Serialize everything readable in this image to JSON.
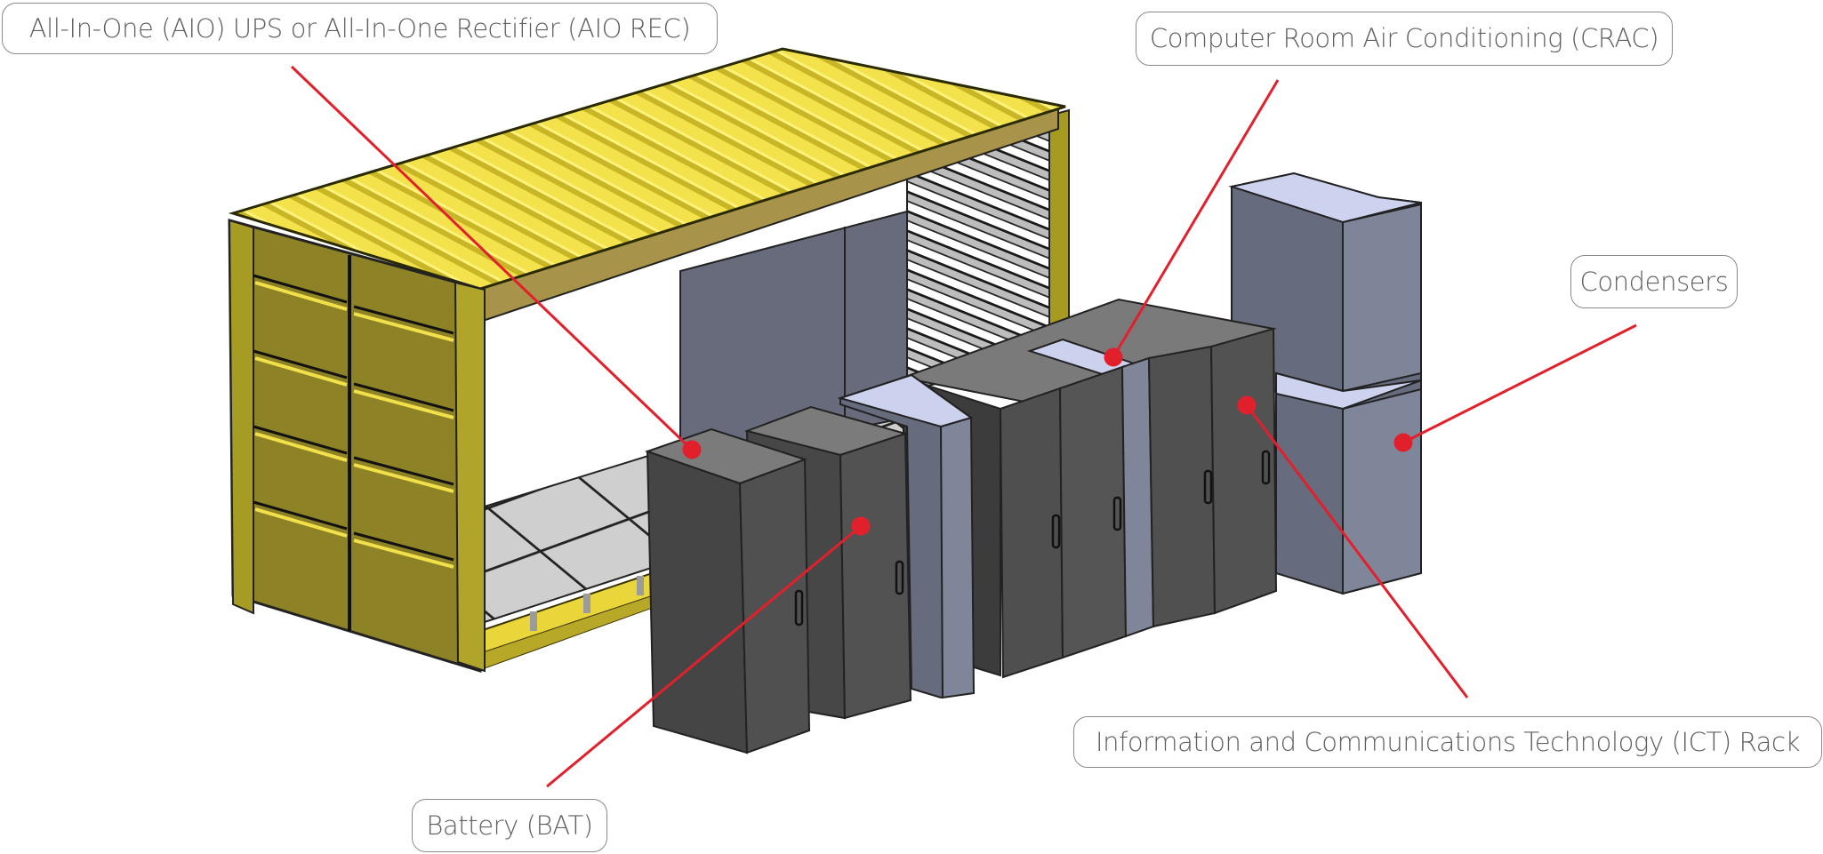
{
  "diagram": {
    "title": "Containerized data center component layout",
    "leader_color": "#e2202c",
    "palette": {
      "container_yellow": "#e8d630",
      "container_roof": "#f2e14a",
      "container_door": "#8f8228",
      "cabinet_dark": "#4a4a4a",
      "cabinet_top": "#7b7b7b",
      "crac_blue_gray": "#7f8598",
      "crac_top": "#ccd2ee",
      "floor_tile": "#cfcfcf"
    },
    "components": [
      {
        "id": "aio",
        "label": "All-In-One (AIO) UPS or All-In-One Rectifier (AIO REC)",
        "target": "first dark cabinet (top)"
      },
      {
        "id": "crac",
        "label": "Computer Room Air Conditioning (CRAC)",
        "target": "light gray unit between ICT racks"
      },
      {
        "id": "condensers",
        "label": "Condensers",
        "target": "stacked blue-gray units on right"
      },
      {
        "id": "ict",
        "label": "Information and Communications Technology (ICT) Rack",
        "target": "dark rack row"
      },
      {
        "id": "bat",
        "label": "Battery (BAT)",
        "target": "second dark cabinet"
      }
    ]
  }
}
